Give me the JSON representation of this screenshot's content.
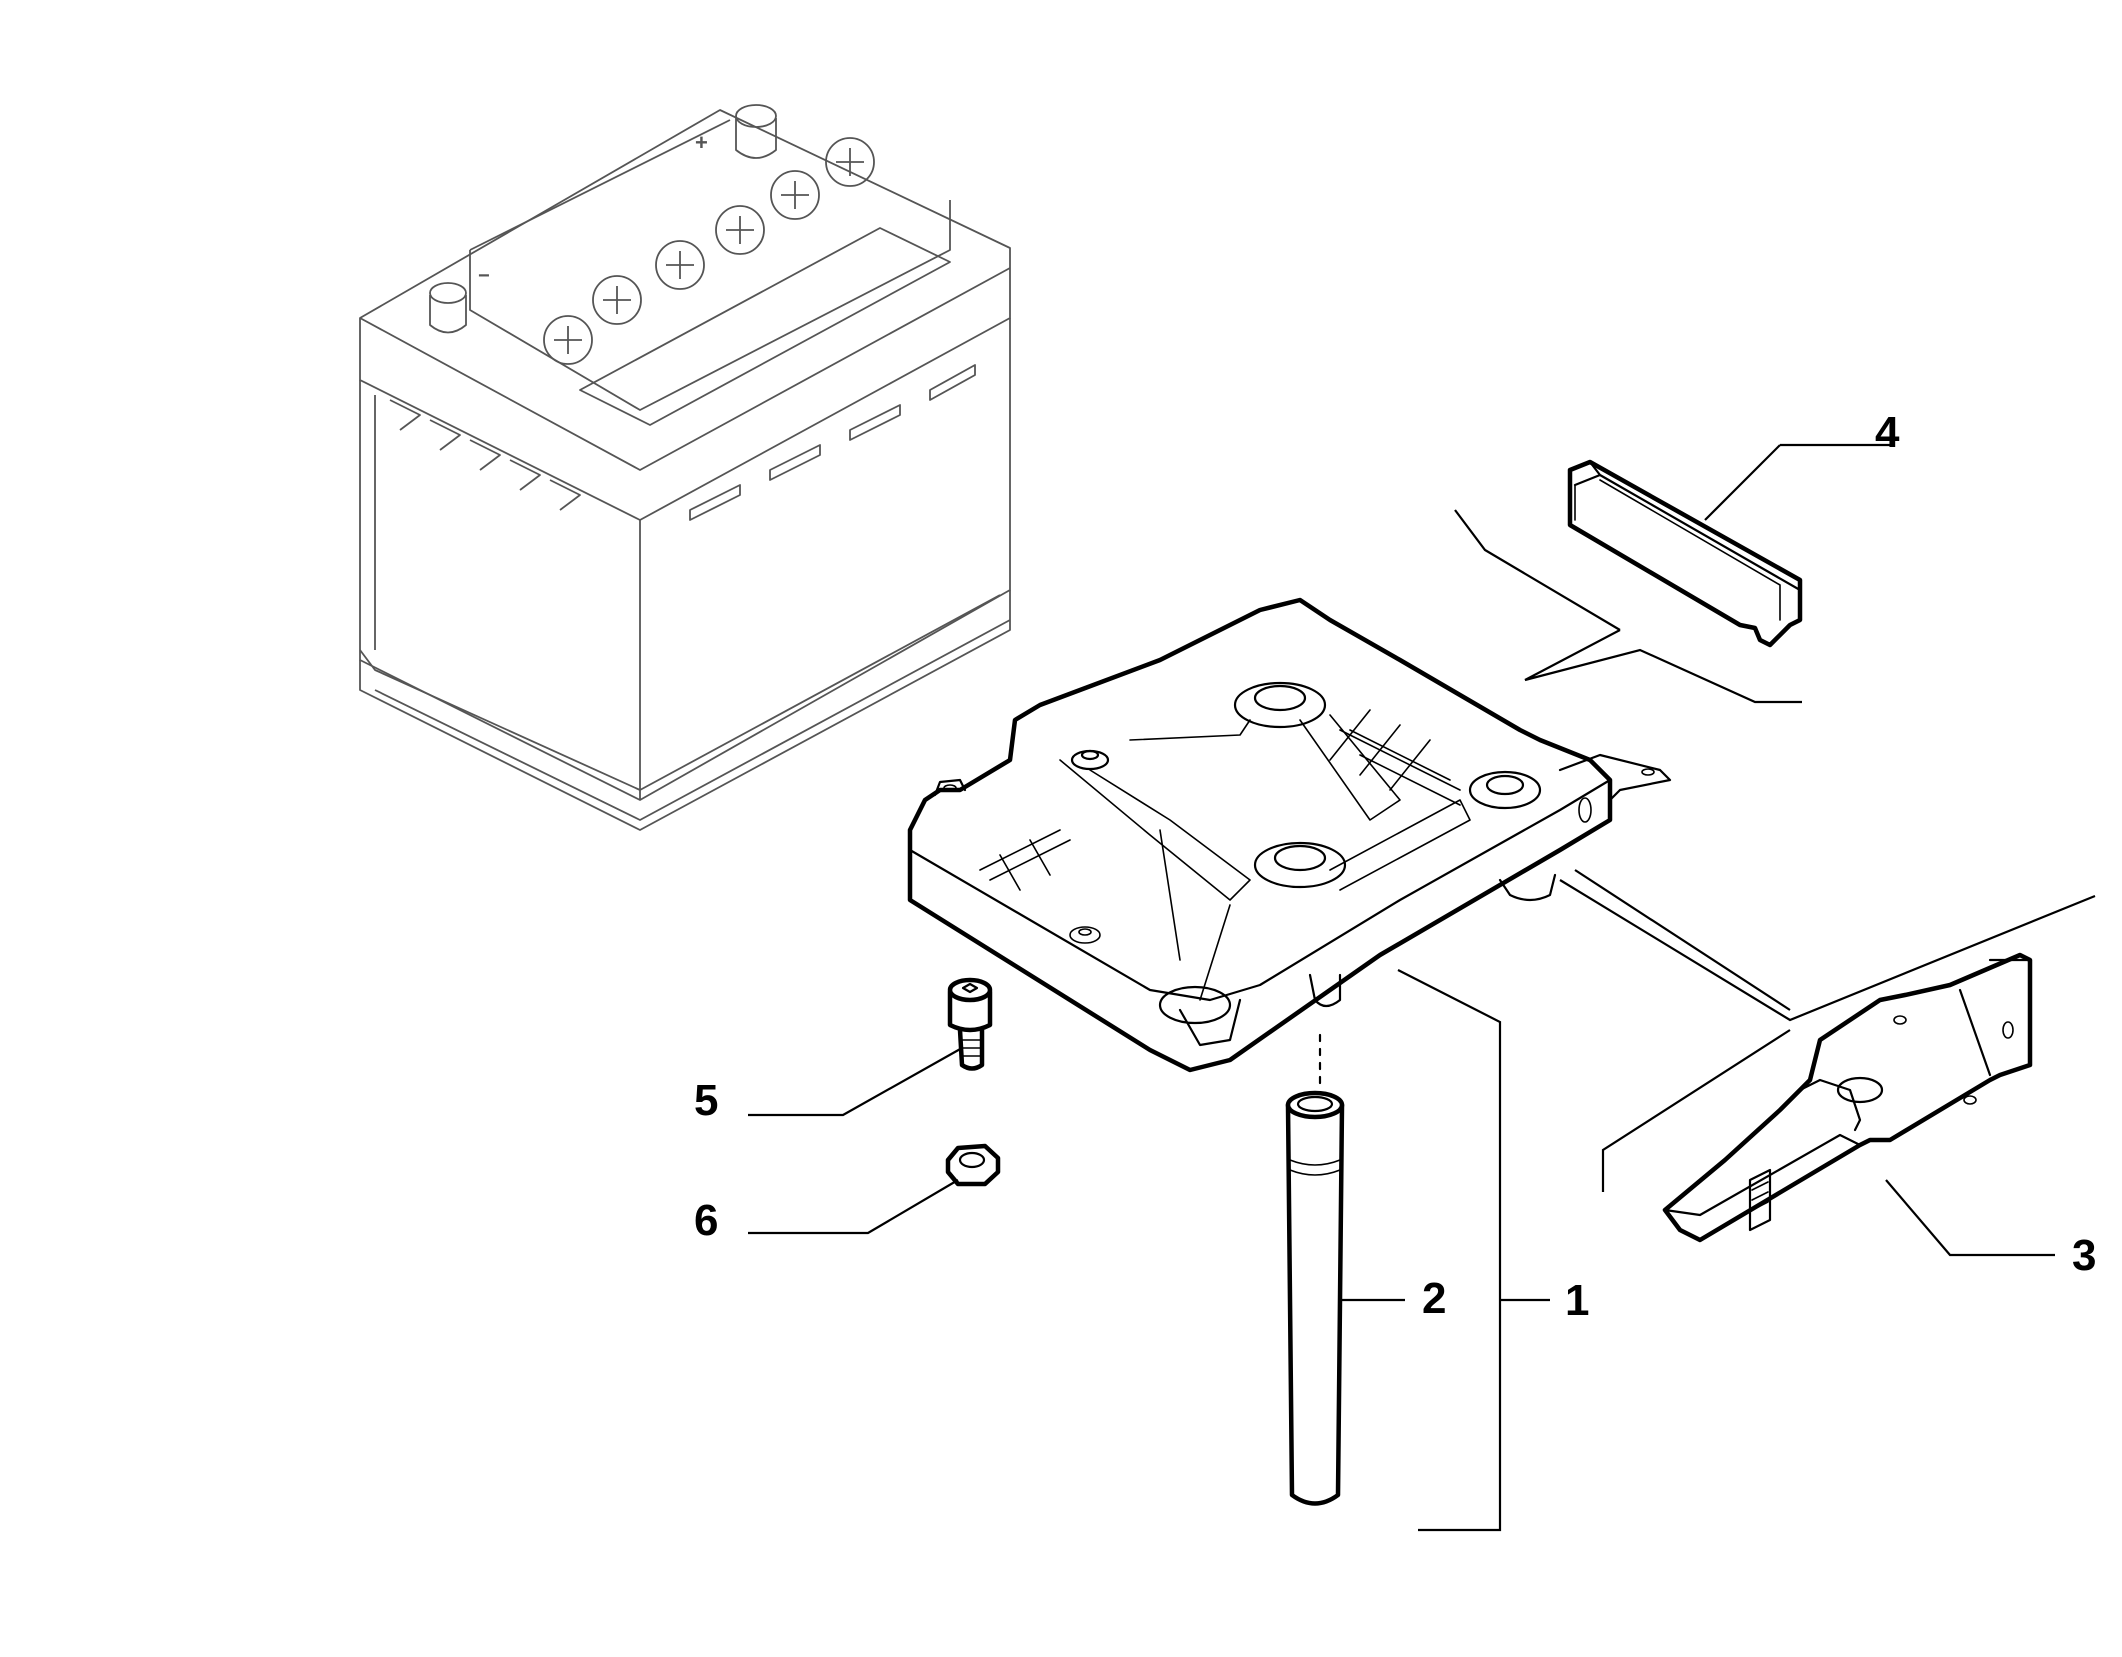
{
  "callouts": [
    {
      "id": "1",
      "label": "1"
    },
    {
      "id": "2",
      "label": "2"
    },
    {
      "id": "3",
      "label": "3"
    },
    {
      "id": "4",
      "label": "4"
    },
    {
      "id": "5",
      "label": "5"
    },
    {
      "id": "6",
      "label": "6"
    }
  ],
  "battery": {
    "plus_symbol": "+",
    "minus_symbol": "−"
  }
}
